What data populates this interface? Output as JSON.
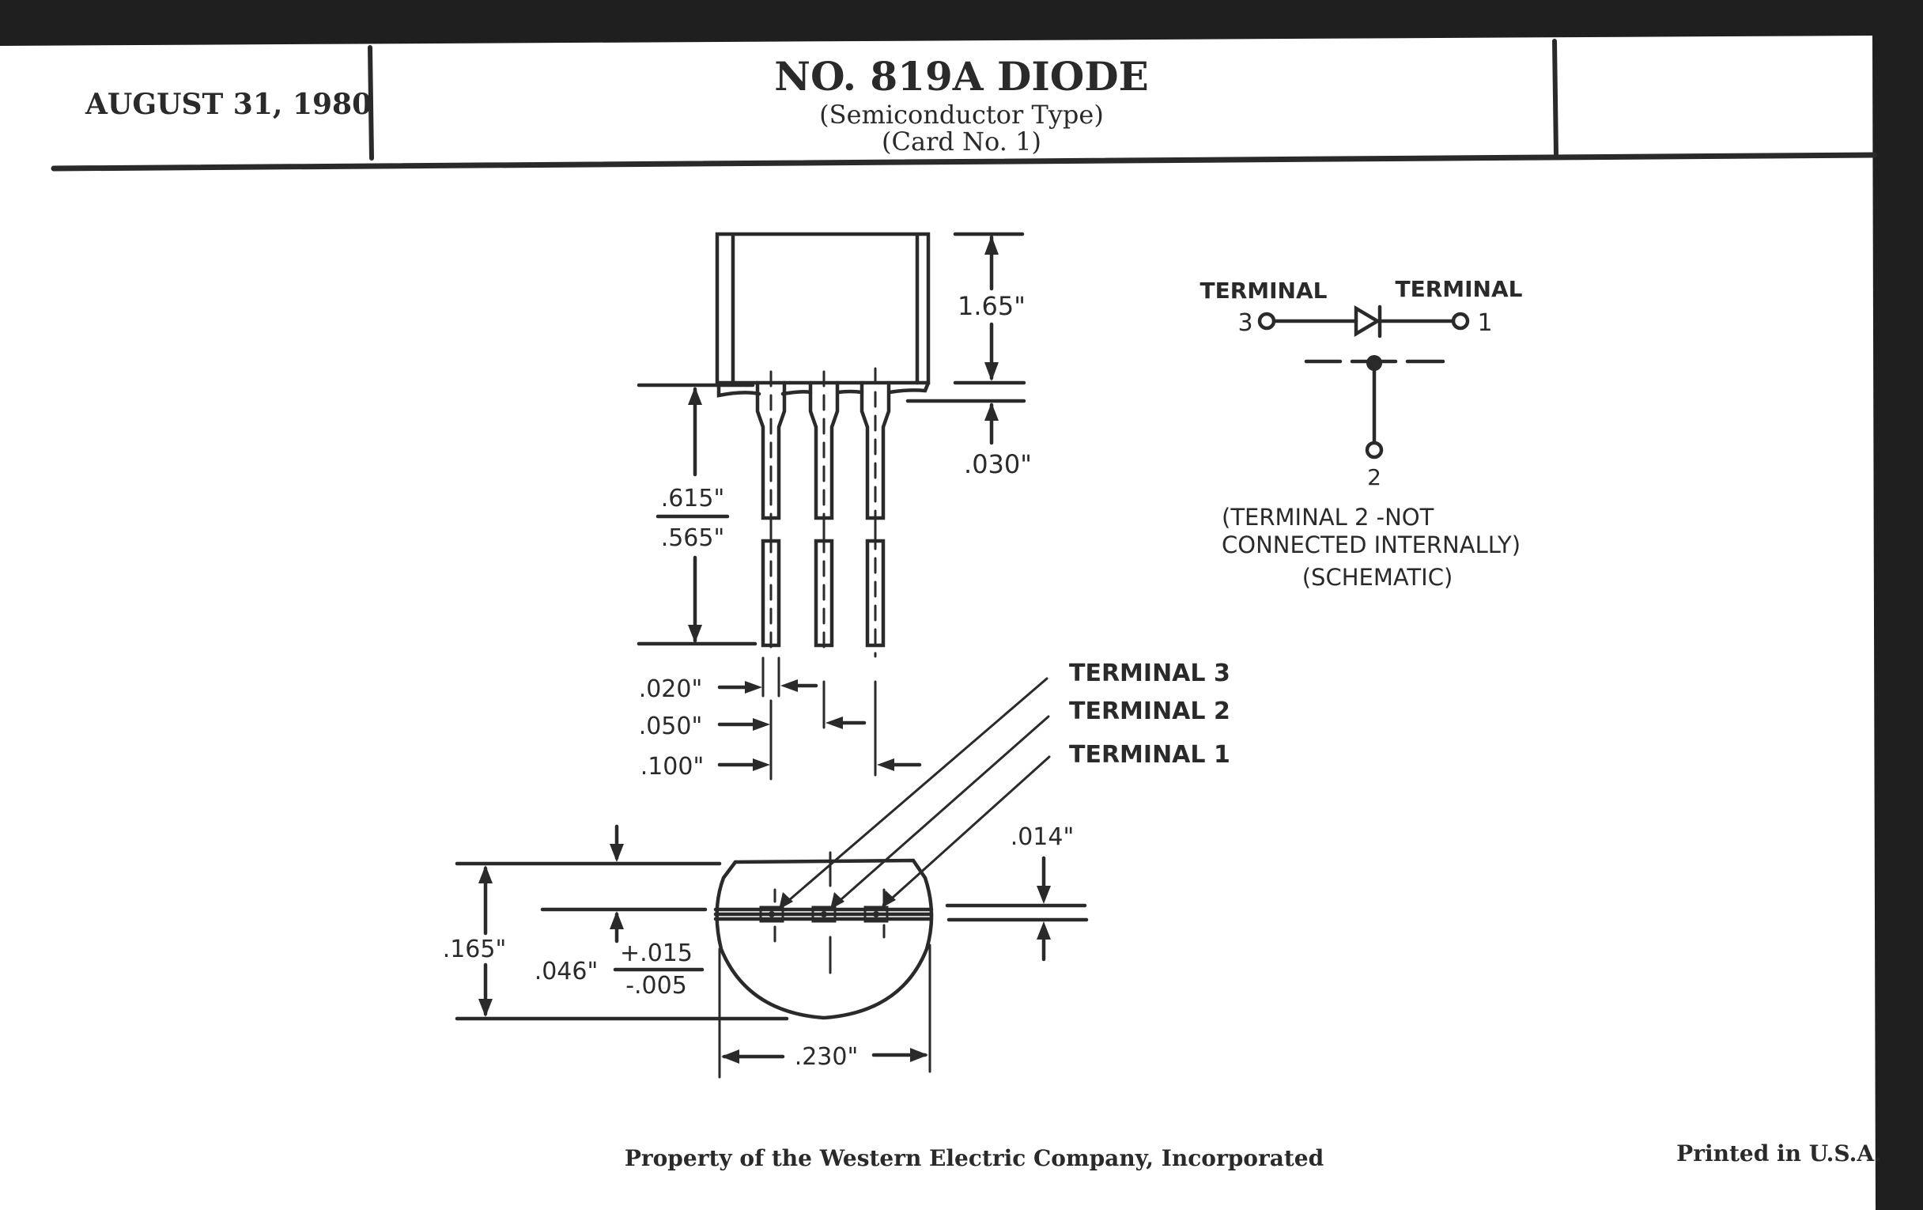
{
  "card": {
    "date": "AUGUST 31, 1980",
    "title": "NO. 819A DIODE",
    "subtitle": "(Semiconductor Type)",
    "card_number": "(Card No. 1)",
    "footer_left": "Property of the Western Electric Company, Incorporated",
    "footer_right": "Printed in U.S.A."
  },
  "side_view": {
    "body_height": "1.65\"",
    "base_offset": ".030\"",
    "lead_length_max": ".615\"",
    "lead_length_min": ".565\"",
    "lead_width": ".020\"",
    "lead_spacing_half": ".050\"",
    "lead_spacing_full": ".100\""
  },
  "terminal_callouts": [
    "TERMINAL 3",
    "TERMINAL 2",
    "TERMINAL 1"
  ],
  "bottom_view": {
    "overall_height": ".165\"",
    "lead_row_offset": ".046\"",
    "tolerance_plus": "+.015",
    "tolerance_minus": "-.005",
    "lead_thickness": ".014\"",
    "width": ".230\""
  },
  "schematic": {
    "left_label": "TERMINAL",
    "left_number": "3",
    "right_label": "TERMINAL",
    "right_number": "1",
    "bottom_number": "2",
    "note_line1": "(TERMINAL 2 -NOT",
    "note_line2": "CONNECTED INTERNALLY)",
    "caption": "(SCHEMATIC)"
  },
  "colors": {
    "paper": "#ffffff",
    "ink": "#2a2a2a",
    "border": "#1f1f1f"
  }
}
